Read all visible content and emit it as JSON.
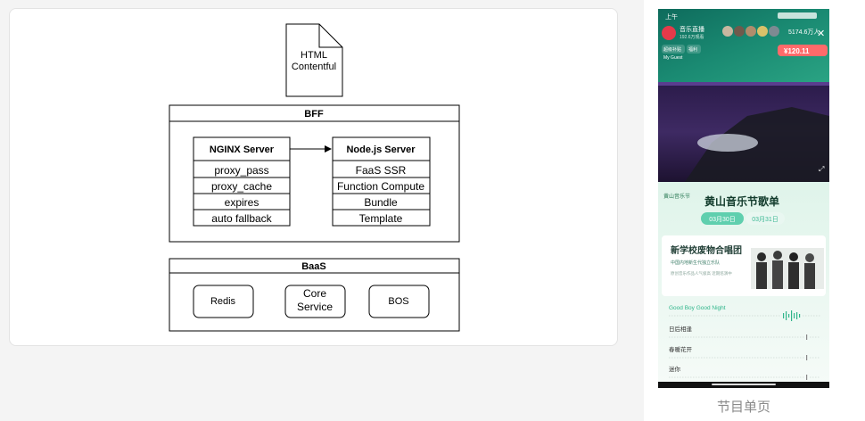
{
  "diagram": {
    "doc_label": [
      "HTML",
      "Contentful"
    ],
    "bff": {
      "title": "BFF",
      "nginx": {
        "title": "NGINX Server",
        "items": [
          "proxy_pass",
          "proxy_cache",
          "expires",
          "auto fallback"
        ]
      },
      "node": {
        "title": "Node.js Server",
        "items": [
          "FaaS SSR",
          "Function Compute",
          "Bundle",
          "Template"
        ]
      }
    },
    "baas": {
      "title": "BaaS",
      "services": [
        {
          "lines": [
            "Redis"
          ]
        },
        {
          "lines": [
            "Core",
            "Service"
          ]
        },
        {
          "lines": [
            "BOS"
          ]
        }
      ]
    }
  },
  "phone": {
    "status_time": "上午",
    "live": {
      "channel_name": "音乐直播",
      "channel_sub": "192.6万观看",
      "viewer_count": "5174.6万人",
      "price_tag": "¥120.11",
      "left_tag_1": "超级补贴",
      "left_tag_2": "My Guest",
      "left_tag_3": "福利"
    },
    "festival": {
      "logo_text": "黄山音乐节",
      "title": "黄山音乐节歌单",
      "dates": [
        "03月30日",
        "03月31日"
      ]
    },
    "band": {
      "name": "新学校废物合唱团",
      "subtitle": "中国内地新生代独立乐队",
      "desc": "原创音乐作品人气极高 近期巡演中"
    },
    "songs": [
      {
        "title": "Good Boy Good Night",
        "active": true
      },
      {
        "title": "日后相逢",
        "active": false
      },
      {
        "title": "春暖花开",
        "active": false
      },
      {
        "title": "迷你",
        "active": false
      }
    ],
    "caption": "节目单页"
  }
}
